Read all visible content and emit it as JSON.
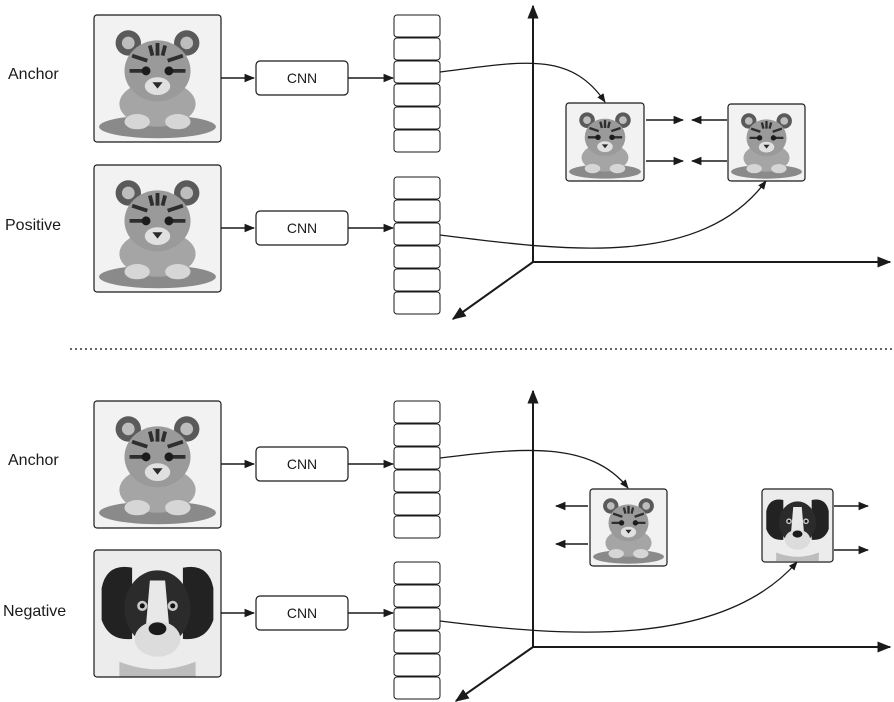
{
  "top_section": {
    "rows": [
      {
        "label": "Anchor",
        "image": "tiger-cub-icon",
        "encoder": "CNN"
      },
      {
        "label": "Positive",
        "image": "tiger-cub-icon",
        "encoder": "CNN"
      }
    ],
    "embedding_space": {
      "points": [
        "tiger-cub-icon",
        "tiger-cub-icon"
      ],
      "relation": "pull-together"
    }
  },
  "bottom_section": {
    "rows": [
      {
        "label": "Anchor",
        "image": "tiger-cub-icon",
        "encoder": "CNN"
      },
      {
        "label": "Negative",
        "image": "dog-icon",
        "encoder": "CNN"
      }
    ],
    "embedding_space": {
      "points": [
        "tiger-cub-icon",
        "dog-icon"
      ],
      "relation": "push-apart"
    }
  },
  "colors": {
    "stroke": "#1a1a1a",
    "photo_bg": "#e6e6e6"
  }
}
